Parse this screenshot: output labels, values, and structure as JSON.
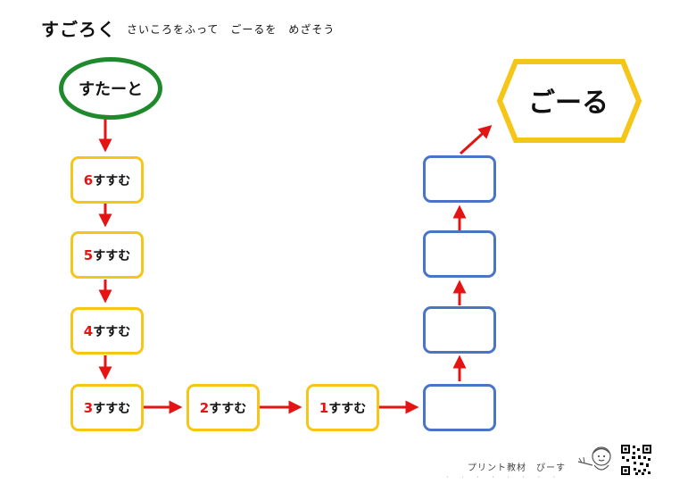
{
  "title": "すごろく",
  "subtitle": "さいころをふって　ごーるを　めざそう",
  "start_label": "すたーと",
  "goal_label": "ごーる",
  "square_text": "すすむ",
  "squares": [
    {
      "num": "6"
    },
    {
      "num": "5"
    },
    {
      "num": "4"
    },
    {
      "num": "3"
    },
    {
      "num": "2"
    },
    {
      "num": "1"
    }
  ],
  "footer": "プリント教材　ぴーす",
  "colors": {
    "start_border": "#1f8a2b",
    "goal_border": "#f5c518",
    "square_border": "#f5c518",
    "blank_border": "#4a74c4",
    "arrow": "#e41414",
    "number": "#e41414"
  },
  "icons": [
    "mascot-icon",
    "qr-code-icon"
  ]
}
